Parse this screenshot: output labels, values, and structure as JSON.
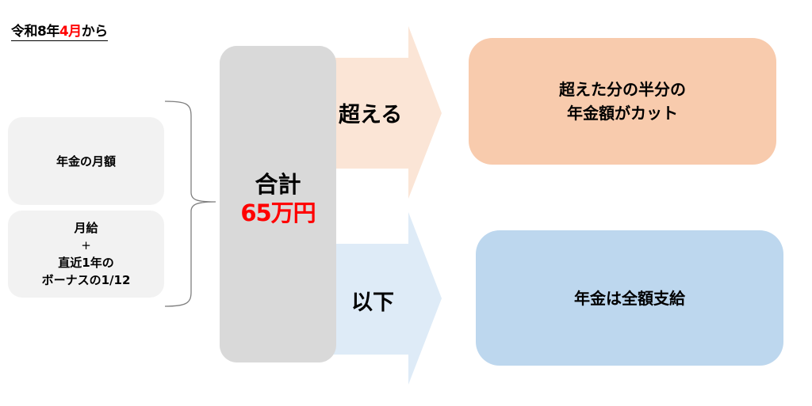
{
  "title": {
    "prefix": "令和8年",
    "highlight": "4月",
    "suffix": "から"
  },
  "inputs": [
    {
      "lines": [
        "年金の月額"
      ]
    },
    {
      "lines": [
        "月給",
        "+",
        "直近1年の",
        "ボーナスの1/12"
      ]
    }
  ],
  "total": {
    "label": "合計",
    "value": "65万円"
  },
  "branches": {
    "exceed": {
      "label": "超える",
      "result_lines": [
        "超えた分の半分の",
        "年金額がカット"
      ]
    },
    "below": {
      "label": "以下",
      "result_lines": [
        "年金は全額支給"
      ]
    }
  },
  "colors": {
    "highlight": "#ff0000",
    "input_box": "#f2f2f2",
    "total_box": "#d9d9d9",
    "arrow_exceed": "#fbe5d6",
    "arrow_below": "#deebf7",
    "result_exceed": "#f8cbad",
    "result_below": "#bdd7ee"
  }
}
